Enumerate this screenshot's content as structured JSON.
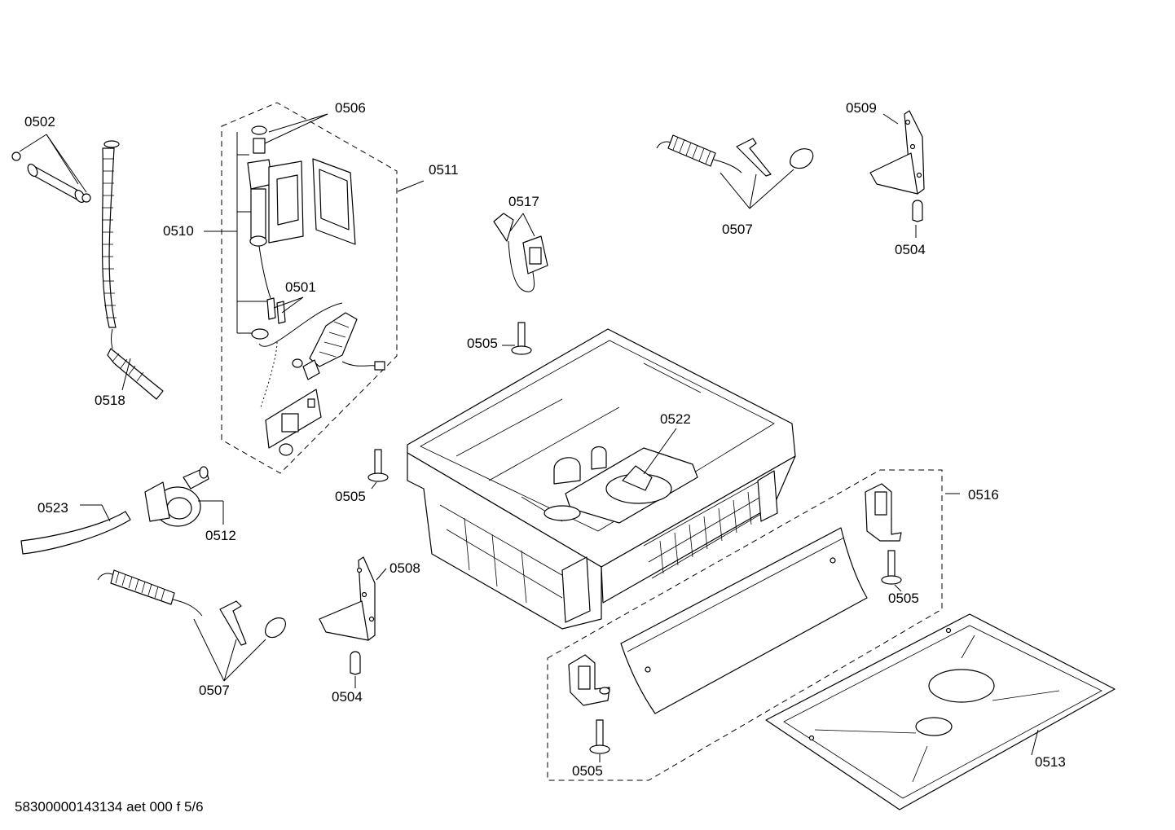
{
  "labels": {
    "l0502": "0502",
    "l0506": "0506",
    "l0511": "0511",
    "l0510": "0510",
    "l0501": "0501",
    "l0518": "0518",
    "l0517": "0517",
    "l0505a": "0505",
    "l0505b": "0505",
    "l0505c": "0505",
    "l0505d": "0505",
    "l0507a": "0507",
    "l0507b": "0507",
    "l0509": "0509",
    "l0504a": "0504",
    "l0504b": "0504",
    "l0522": "0522",
    "l0516": "0516",
    "l0523": "0523",
    "l0512": "0512",
    "l0508": "0508",
    "l0513": "0513"
  },
  "footer": "58300000143134 aet 000 f 5/6"
}
